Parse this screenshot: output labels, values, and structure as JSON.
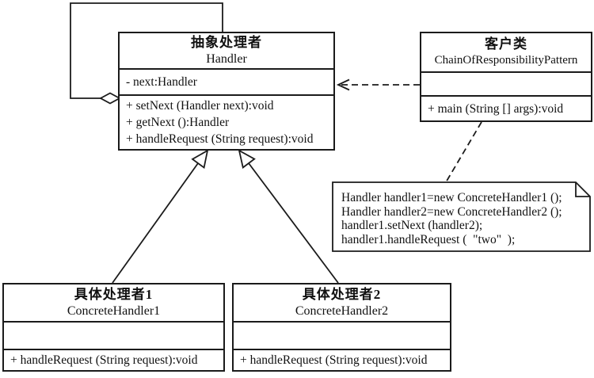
{
  "diagram": {
    "type": "uml-class-diagram",
    "pattern_name": "Chain of Responsibility",
    "background_color": "#ffffff",
    "line_color": "#1b1b1b",
    "text_color": "#111111"
  },
  "classes": {
    "handler": {
      "title_zh": "抽象处理者",
      "title_en": "Handler",
      "attributes": [
        "- next:Handler"
      ],
      "methods": [
        "+ setNext (Handler next):void",
        "+ getNext ():Handler",
        "+ handleRequest (String request):void"
      ]
    },
    "client": {
      "title_zh": "客户类",
      "title_en": "ChainOfResponsibilityPattern",
      "attributes": [],
      "methods": [
        "+ main (String [] args):void"
      ]
    },
    "concrete1": {
      "title_zh": "具体处理者1",
      "title_en": "ConcreteHandler1",
      "attributes": [],
      "methods": [
        "+ handleRequest (String request):void"
      ]
    },
    "concrete2": {
      "title_zh": "具体处理者2",
      "title_en": "ConcreteHandler2",
      "attributes": [],
      "methods": [
        "+ handleRequest (String request):void"
      ]
    }
  },
  "note": {
    "lines": [
      "Handler handler1=new ConcreteHandler1 ();",
      "Handler handler2=new ConcreteHandler2 ();",
      "handler1.setNext (handler2);",
      "handler1.handleRequest (  \"two\"  );"
    ]
  },
  "relationships": [
    {
      "type": "aggregation",
      "from": "Handler",
      "to": "Handler",
      "description": "self-association via next"
    },
    {
      "type": "dependency",
      "from": "ChainOfResponsibilityPattern",
      "to": "Handler"
    },
    {
      "type": "generalization",
      "from": "ConcreteHandler1",
      "to": "Handler"
    },
    {
      "type": "generalization",
      "from": "ConcreteHandler2",
      "to": "Handler"
    },
    {
      "type": "note-anchor",
      "from": "ChainOfResponsibilityPattern",
      "to": "note"
    }
  ]
}
